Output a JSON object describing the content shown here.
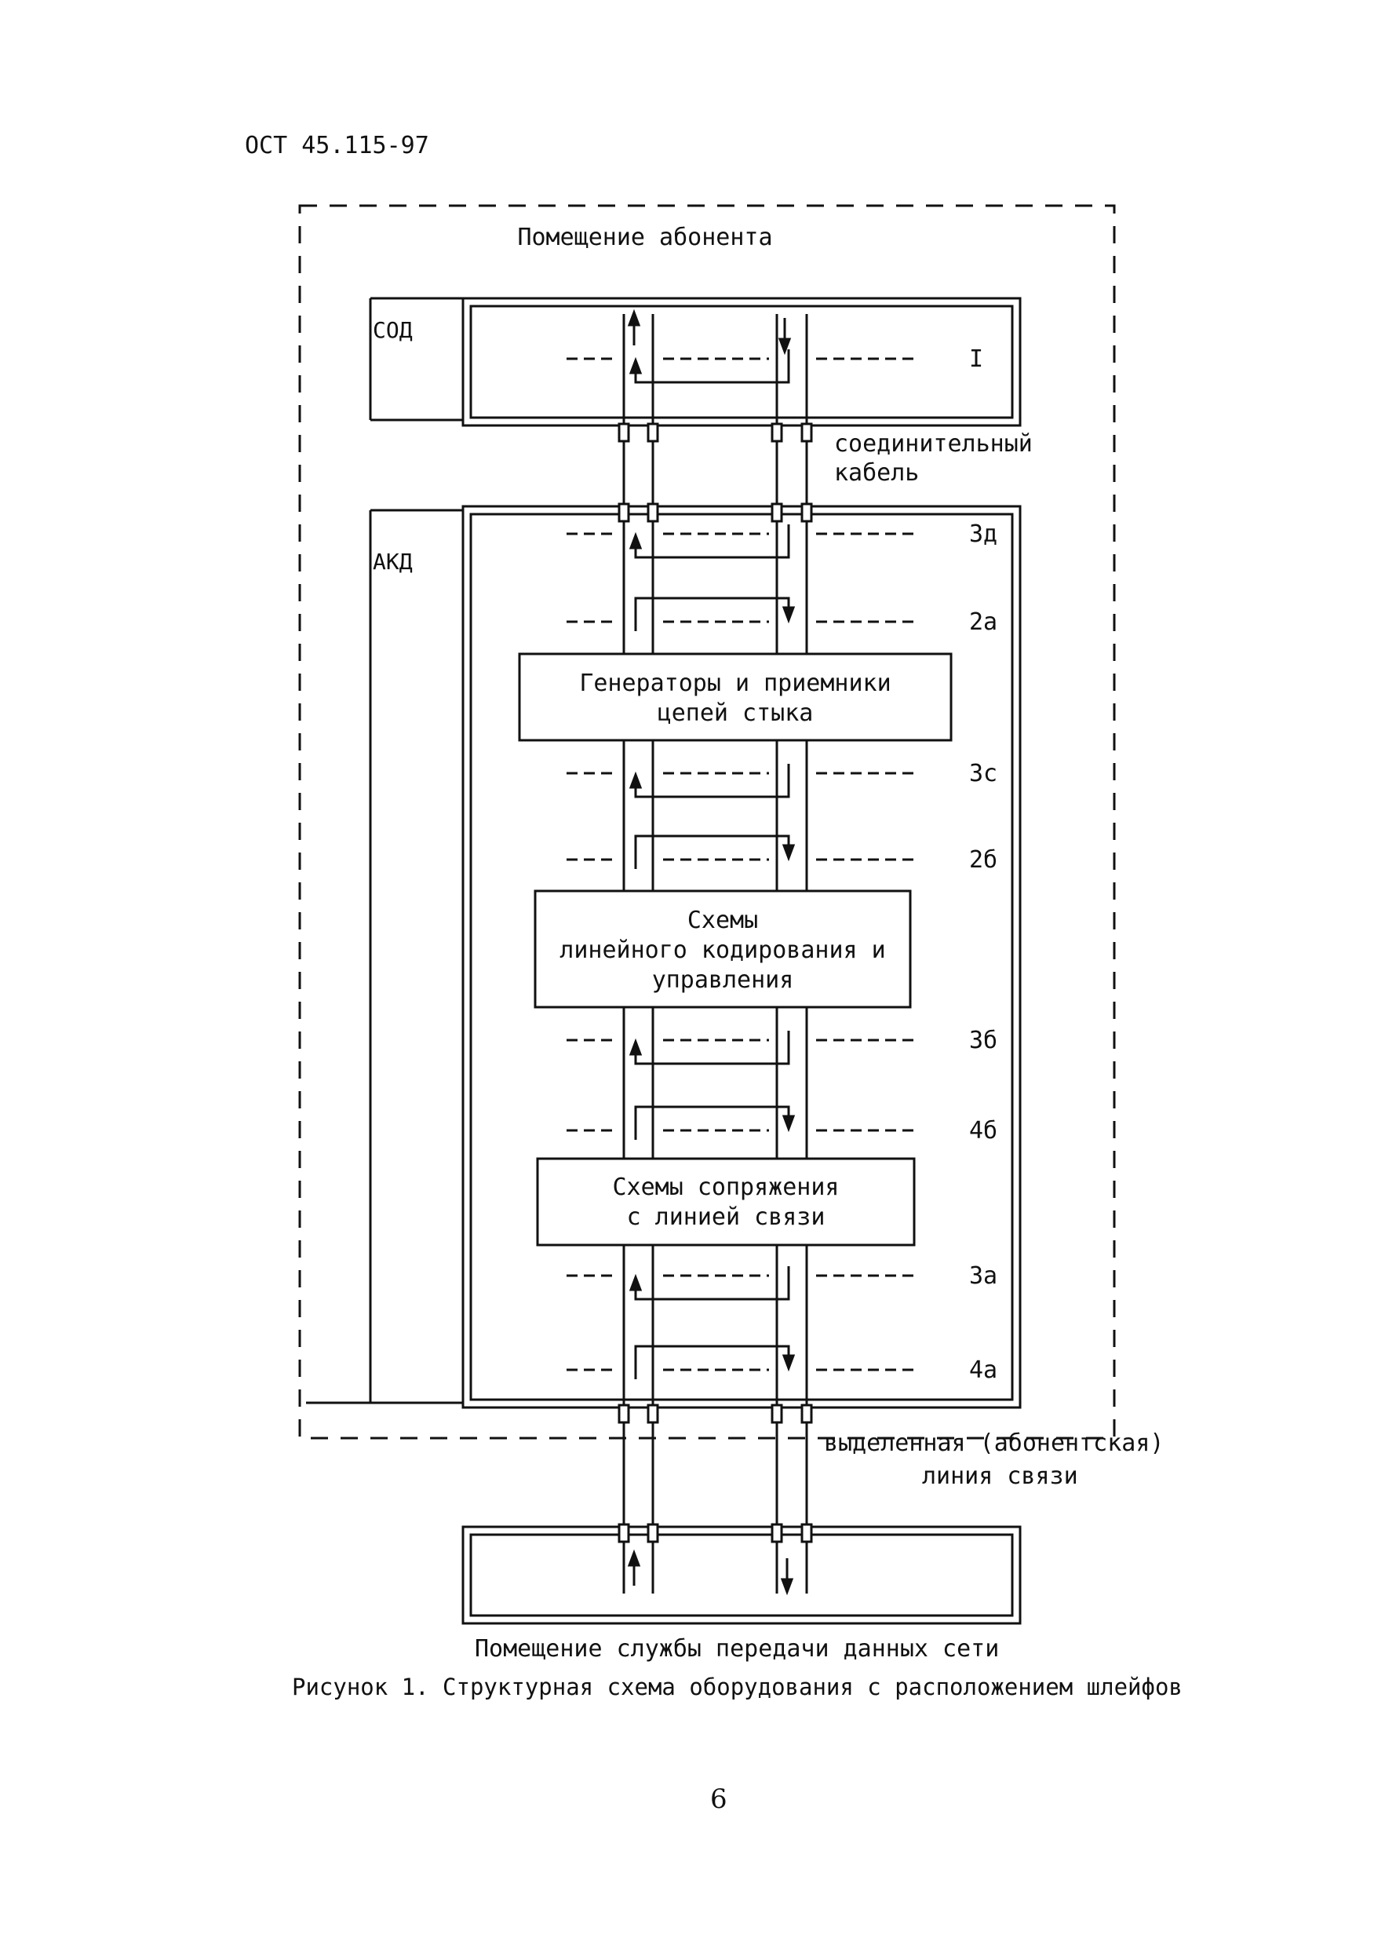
{
  "document": {
    "header": "ОСТ 45.115-97",
    "page_number": "6"
  },
  "diagram": {
    "premises_label": "Помещение абонента",
    "sod_label": "СОД",
    "akd_label": "АКД",
    "connecting_cable": [
      "соединительный",
      "кабель"
    ],
    "dedicated_line": [
      "выделенная (абонентская)",
      "линия связи"
    ],
    "network_room": "Помещение службы передачи данных сети",
    "blocks": [
      [
        "Генераторы и приемники",
        "цепей стыка"
      ],
      [
        "Схемы",
        "линейного кодирования и",
        "управления"
      ],
      [
        "Схемы сопряжения",
        "с линией связи"
      ]
    ],
    "loop_labels": [
      "I",
      "3д",
      "2а",
      "3с",
      "2б",
      "3б",
      "4б",
      "3а",
      "4а"
    ]
  },
  "caption": "Рисунок 1. Структурная схема оборудования с расположением шлейфов"
}
